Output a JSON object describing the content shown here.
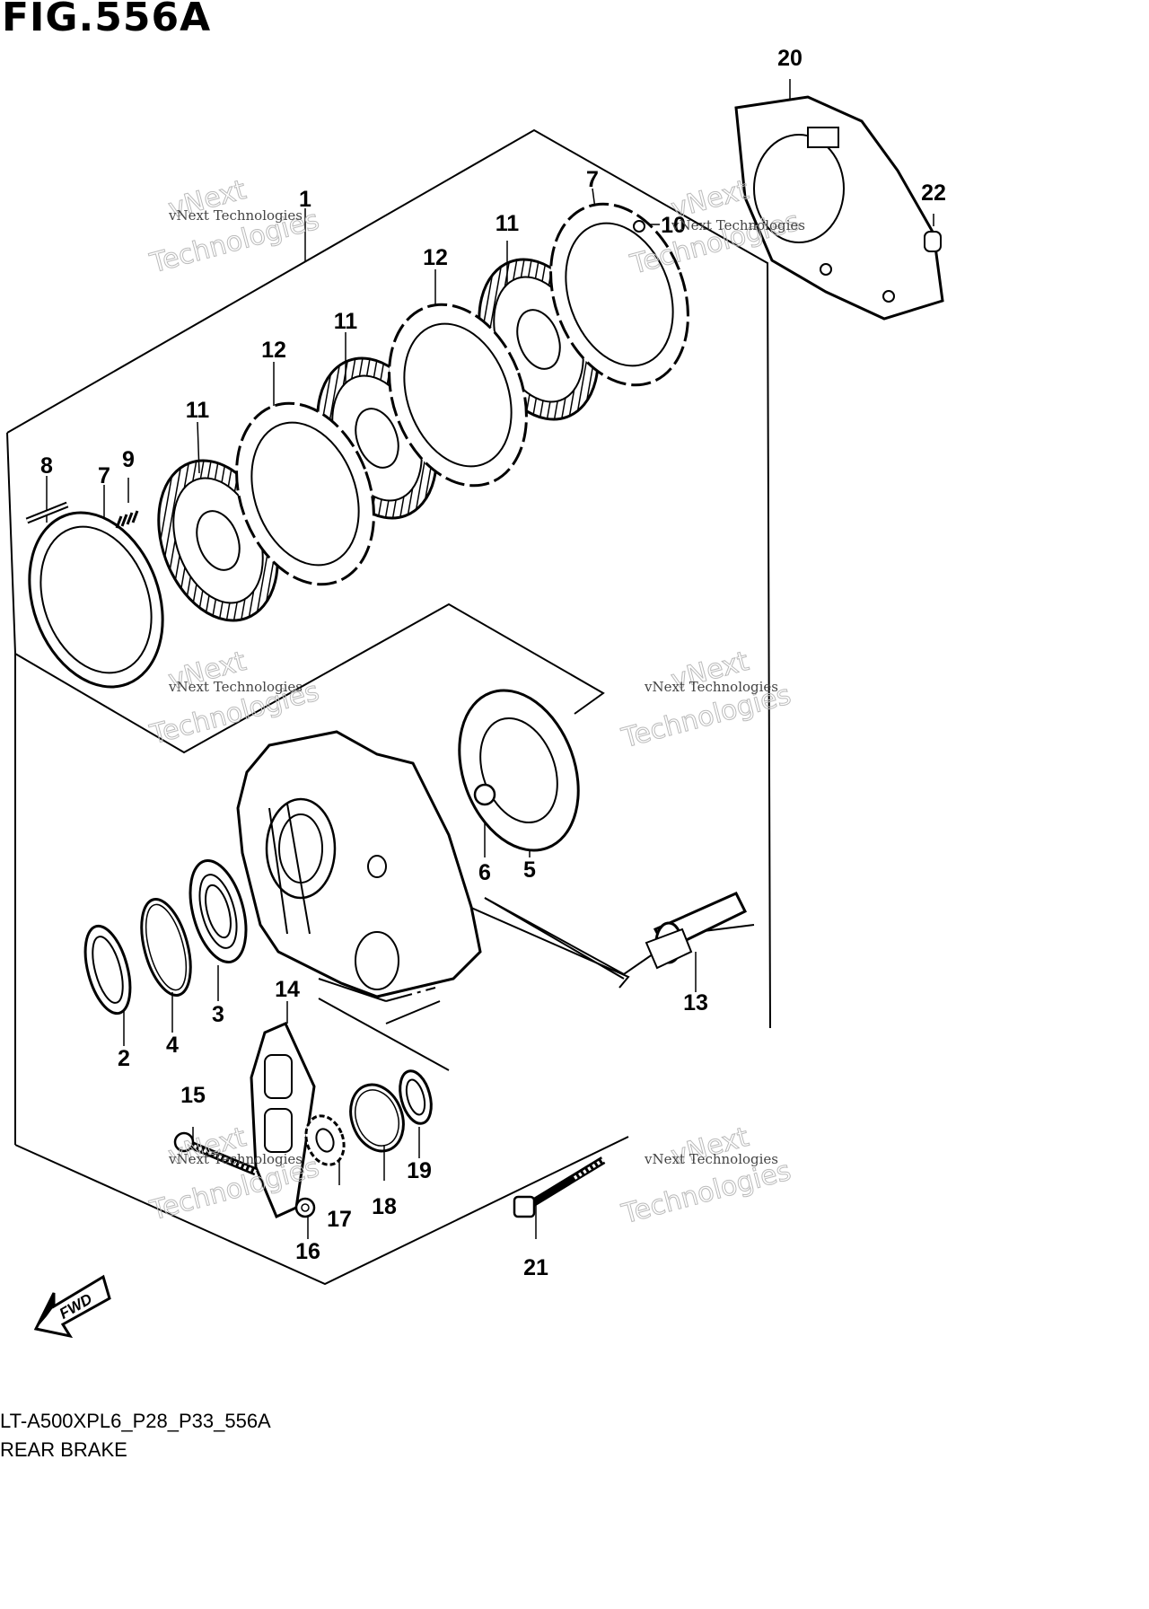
{
  "figure": {
    "title": "FIG.556A",
    "code": "LT-A500XPL6_P28_P33_556A",
    "name": "REAR BRAKE"
  },
  "callouts": [
    "1",
    "2",
    "3",
    "4",
    "5",
    "6",
    "7",
    "7",
    "8",
    "9",
    "10",
    "11",
    "11",
    "11",
    "12",
    "12",
    "13",
    "14",
    "15",
    "16",
    "17",
    "18",
    "19",
    "20",
    "21",
    "22"
  ],
  "fwd_label": "FWD",
  "watermark": {
    "small": "vNext Technologies",
    "big_line1": "vNext",
    "big_line2": "Technologies"
  }
}
